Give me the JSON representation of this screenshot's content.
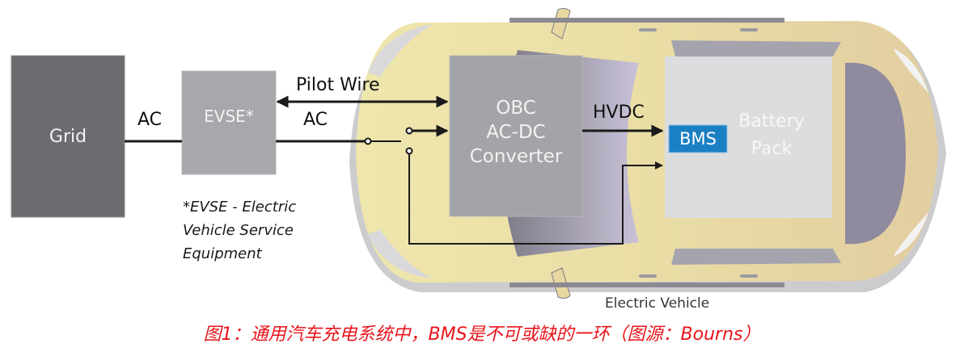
{
  "colors": {
    "grid_box": "#6b6c70",
    "evse_box": "#a7a8ab",
    "obc_box": "#a3a4a7",
    "battery_box": "#dcdddf",
    "bms_badge": "#1b7fc4",
    "car_body": "#eadfa6",
    "car_body_rear": "#e3cfa0",
    "glass": "#a9a3b8",
    "wire": "#1a1a1a",
    "caption": "#e8141b"
  },
  "blocks": {
    "grid": "Grid",
    "evse": "EVSE*",
    "obc_line1": "OBC",
    "obc_line2": "AC-DC",
    "obc_line3": "Converter",
    "bms": "BMS",
    "battery_line1": "Battery",
    "battery_line2": "Pack"
  },
  "wires": {
    "grid_evse": "AC",
    "pilot": "Pilot Wire",
    "evse_obc": "AC",
    "hvdc": "HVDC"
  },
  "footnote": {
    "line1": "*EVSE - Electric",
    "line2": "Vehicle Service",
    "line3": "Equipment"
  },
  "vehicle_label": "Electric Vehicle",
  "caption": "图1：通用汽车充电系统中，BMS是不可或缺的一环（图源：Bourns）"
}
